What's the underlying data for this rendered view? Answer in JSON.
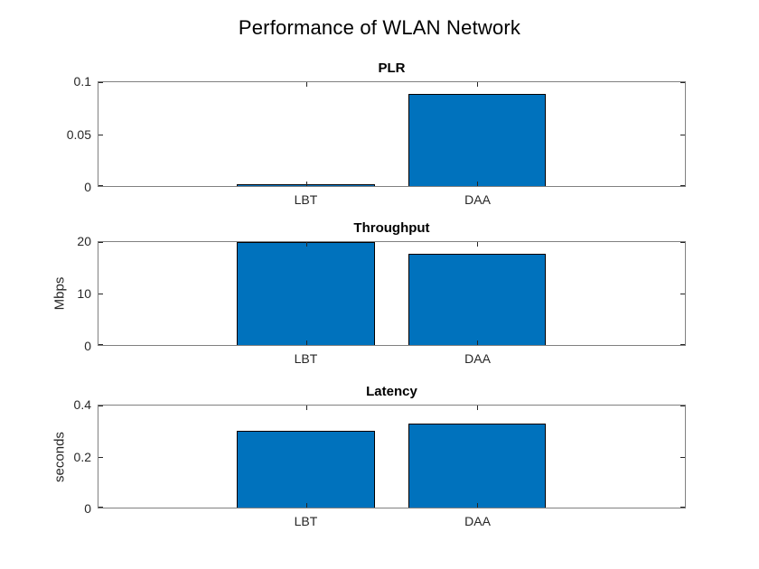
{
  "figure_title": "Performance of WLAN Network",
  "colors": {
    "bar_fill": "#0072BD",
    "bar_edge": "#000000",
    "axis_frame": "#808080",
    "tick_mark": "#262626",
    "tick_label_color": "#262626",
    "title_color": "#000000",
    "background": "#ffffff"
  },
  "chart_data": [
    {
      "type": "bar",
      "title": "PLR",
      "ylabel": "",
      "xlabel": "",
      "categories": [
        "LBT",
        "DAA"
      ],
      "values": [
        0.001,
        0.089
      ],
      "ylim": [
        0,
        0.1
      ],
      "yticks": [
        0,
        0.05,
        0.1
      ],
      "ytick_labels": [
        "0",
        "0.05",
        "0.1"
      ],
      "grid": false,
      "legend": false
    },
    {
      "type": "bar",
      "title": "Throughput",
      "ylabel": "Mbps",
      "xlabel": "",
      "categories": [
        "LBT",
        "DAA"
      ],
      "values": [
        20,
        17.8
      ],
      "ylim": [
        0,
        20
      ],
      "yticks": [
        0,
        10,
        20
      ],
      "ytick_labels": [
        "0",
        "10",
        "20"
      ],
      "grid": false,
      "legend": false
    },
    {
      "type": "bar",
      "title": "Latency",
      "ylabel": "seconds",
      "xlabel": "",
      "categories": [
        "LBT",
        "DAA"
      ],
      "values": [
        0.3,
        0.33
      ],
      "ylim": [
        0,
        0.4
      ],
      "yticks": [
        0,
        0.2,
        0.4
      ],
      "ytick_labels": [
        "0",
        "0.2",
        "0.4"
      ],
      "grid": false,
      "legend": false
    }
  ]
}
